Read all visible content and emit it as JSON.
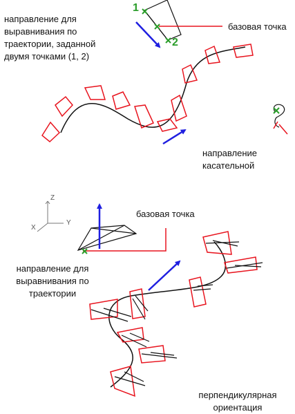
{
  "labels": {
    "top_alignment": "направление для\nвыравнивания по\nтраектории, заданной\nдвумя точками (1, 2)",
    "top_base_point": "базовая точка",
    "tangent_direction": "направление\nкасательной",
    "mid_base_point": "базовая точка",
    "mid_alignment": "направление для\nвыравнивания по\nтраектории",
    "perpendicular": "перпендикулярная\nориентация"
  },
  "points": {
    "p1": "1",
    "p2": "2"
  },
  "axes": {
    "z": "Z",
    "x": "X",
    "y": "Y"
  },
  "colors": {
    "red": "#e8141e",
    "blue": "#1f1fe0",
    "green": "#2a9d2a",
    "black": "#111111"
  },
  "icons": [
    "green-x-marker-icon",
    "blue-arrow-icon",
    "ucs-axis-icon",
    "cursor-icon"
  ]
}
